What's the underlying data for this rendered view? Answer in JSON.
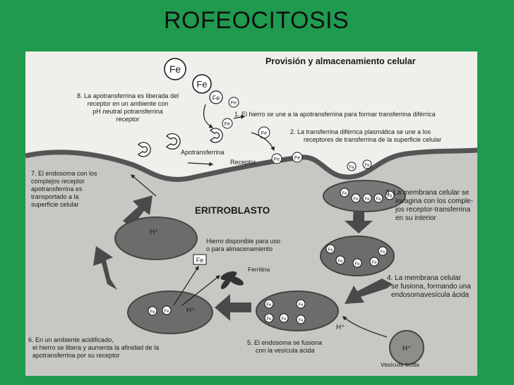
{
  "slide": {
    "title": "ROFEOCITOSIS"
  },
  "figure": {
    "header": "Provisión y almacenamiento celular",
    "cell_label": "ERITROBLASTO",
    "fe": "Fe",
    "h_plus": "H⁺",
    "labels": {
      "apotransferrina": "Apotransferrina",
      "receptor": "Receptor",
      "hierro_1": "Hierro disponible para uso",
      "hierro_2": "o para almacenamiento",
      "ferritina": "Ferritina",
      "vesicula": "Vesícula ácida"
    },
    "steps": {
      "s1": [
        "1. El hierro se une a la apotransferrina para formar transferrina diférrica"
      ],
      "s2": [
        "2. La transferrina diférrica plasmática se une a los",
        "receptores de transferrina de la superficie celular"
      ],
      "s3": [
        "3. La membrana celular se",
        "invagina con los comple-",
        "jos receptor-transferrina",
        "en su interior"
      ],
      "s4": [
        "4. La membrana celular",
        "se fusiona, formando una",
        "endosomavesícula ácida"
      ],
      "s5": [
        "5. El endosoma se  fusiona",
        "con la vesícula ácida"
      ],
      "s6": [
        "6. En un ambiente acidificado,",
        "el hierro se libera y aumenta la afinidad de la",
        "apotransferrina por su receptor"
      ],
      "s7": [
        "7. El endosoma con los",
        "complejos receptor",
        "apotransferrina es",
        "transportado a la",
        "superficie celular"
      ],
      "s8": [
        "8. La apotransferrina es liberada del",
        "receptor en un ambiente con",
        "pH neutral potransferrina",
        "receptor"
      ]
    }
  }
}
